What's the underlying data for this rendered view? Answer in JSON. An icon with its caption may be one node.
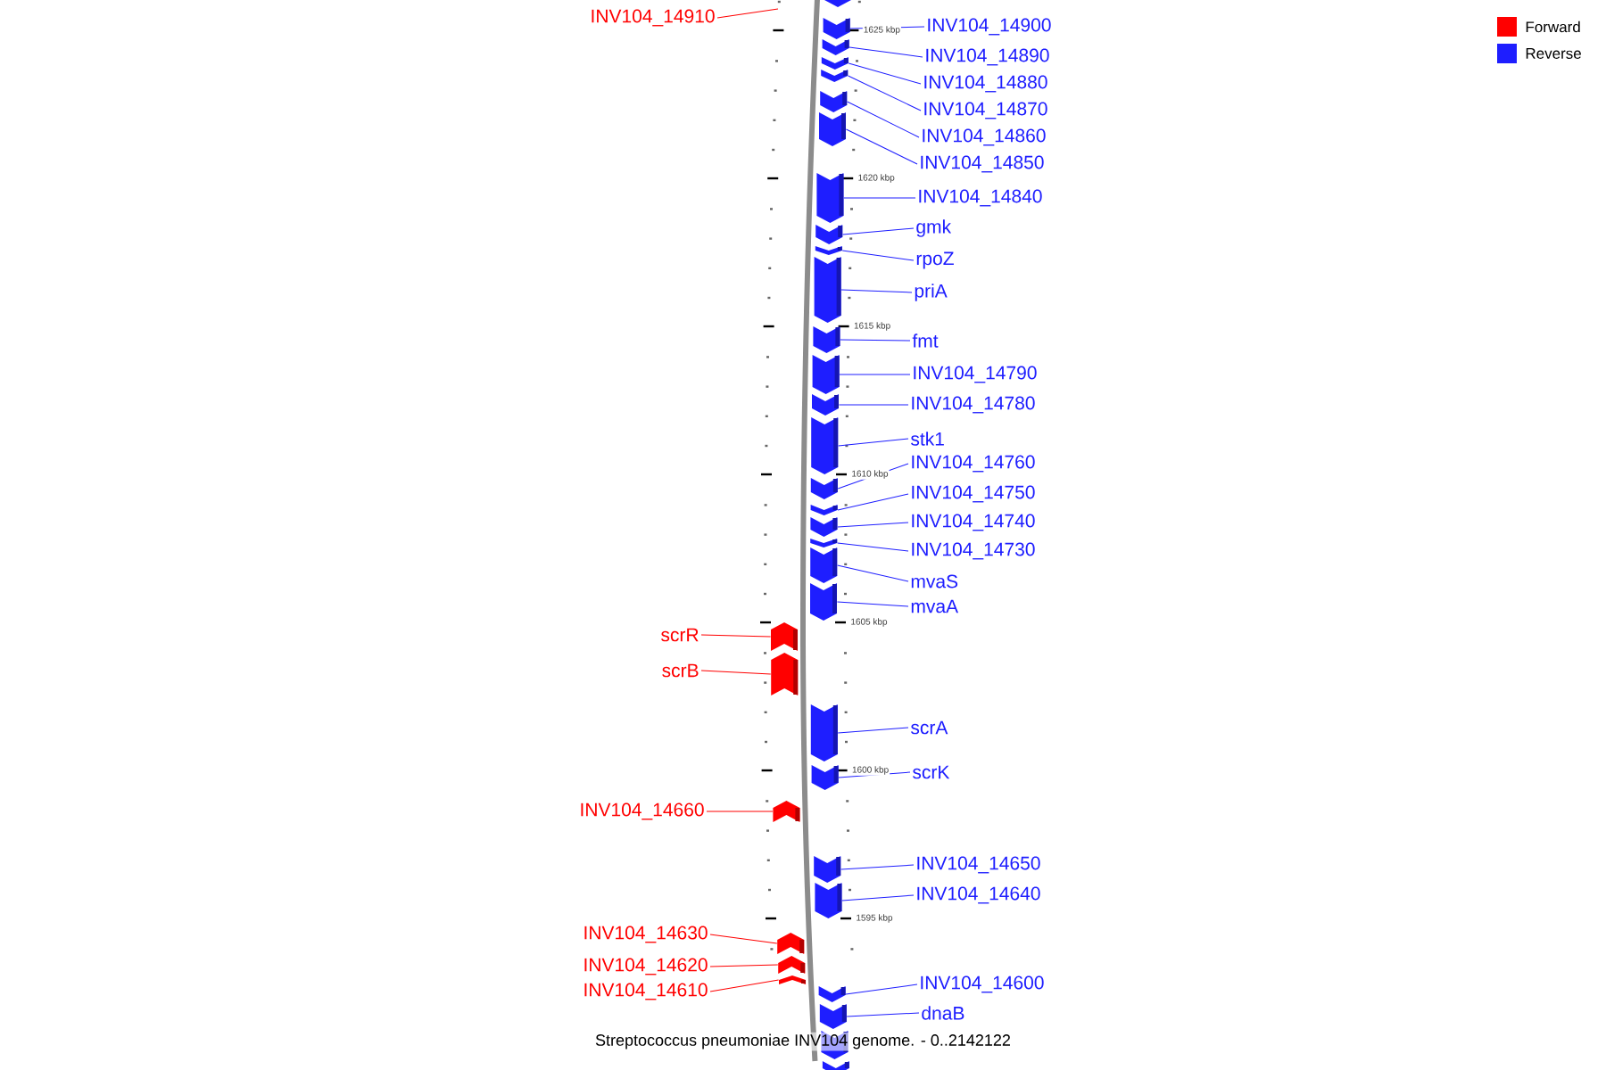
{
  "diagram": {
    "caption": "Streptococcus pneumoniae INV104 genome. - 0..2142122",
    "nodes": [
      {
        "text": [
          "INV104_14910"
        ]
      },
      {
        "text": [],
        "shape": "arrow"
      },
      {
        "text": [
          "INV104_14900"
        ]
      },
      {
        "text": [],
        "shape": "arrow"
      },
      {
        "text": [
          "INV104_14890"
        ]
      },
      {
        "text": [],
        "shape": "arrow"
      },
      {
        "text": [
          "INV104_14880"
        ]
      },
      {
        "text": [],
        "shape": "arrow"
      },
      {
        "text": [
          "INV104_14870"
        ]
      },
      {
        "text": [],
        "shape": "arrow"
      },
      {
        "text": [
          "INV104_14860"
        ]
      },
      {
        "text": [],
        "shape": "arrow"
      },
      {
        "text": [
          "INV104_14850"
        ]
      },
      {
        "text": [],
        "shape": "arrow"
      },
      {
        "text": [
          "INV104_14840"
        ]
      },
      {
        "text": [],
        "shape": "arrow"
      },
      {
        "text": [
          "gmk"
        ]
      },
      {
        "text": [],
        "shape": "arrow"
      },
      {
        "text": [
          "rpoZ"
        ]
      },
      {
        "text": [],
        "shape": "arrow"
      },
      {
        "text": [
          "priA"
        ]
      },
      {
        "text": [],
        "shape": "arrow"
      },
      {
        "text": [
          "fmt"
        ]
      },
      {
        "text": [],
        "shape": "arrow"
      },
      {
        "text": [
          "INV104_14790"
        ]
      },
      {
        "text": [],
        "shape": "arrow"
      },
      {
        "text": [
          "INV104_14780"
        ]
      },
      {
        "text": [],
        "shape": "arrow"
      },
      {
        "text": [
          "stk1"
        ]
      },
      {
        "text": [],
        "shape": "arrow"
      },
      {
        "text": [
          "INV104_14760"
        ]
      },
      {
        "text": [],
        "shape": "arrow"
      },
      {
        "text": [
          "INV104_14750"
        ]
      },
      {
        "text": [],
        "shape": "arrow"
      },
      {
        "text": [
          "INV104_14740"
        ]
      },
      {
        "text": [],
        "shape": "arrow"
      },
      {
        "text": [
          "INV104_14730"
        ]
      },
      {
        "text": [],
        "shape": "arrow"
      },
      {
        "text": [
          "mvaS"
        ]
      },
      {
        "text": [],
        "shape": "arrow"
      },
      {
        "text": [
          "mvaA"
        ]
      },
      {
        "text": [],
        "shape": "arrow"
      },
      {
        "text": [
          "scrR"
        ]
      },
      {
        "text": [],
        "shape": "arrow"
      },
      {
        "text": [
          "scrB"
        ]
      },
      {
        "text": [],
        "shape": "arrow"
      },
      {
        "text": [
          "scrA"
        ]
      },
      {
        "text": [],
        "shape": "arrow"
      },
      {
        "text": [
          "scrK"
        ]
      },
      {
        "text": [],
        "shape": "arrow"
      },
      {
        "text": [
          "INV104_14660"
        ]
      },
      {
        "text": [],
        "shape": "arrow"
      },
      {
        "text": [
          "INV104_14650"
        ]
      },
      {
        "text": [],
        "shape": "arrow"
      },
      {
        "text": [
          "INV104_14640"
        ]
      },
      {
        "text": [],
        "shape": "arrow"
      },
      {
        "text": [
          "INV104_14630"
        ]
      },
      {
        "text": [],
        "shape": "arrow"
      },
      {
        "text": [
          "INV104_14620"
        ]
      },
      {
        "text": [],
        "shape": "arrow"
      },
      {
        "text": [
          "INV104_14610"
        ]
      },
      {
        "text": [],
        "shape": "arrow"
      },
      {
        "text": [
          "INV104_14600"
        ]
      },
      {
        "text": [],
        "shape": "arrow"
      },
      {
        "text": [
          "dnaB"
        ]
      },
      {
        "text": [],
        "shape": "arrow"
      },
      {
        "text": [],
        "shape": "arrow"
      },
      {
        "text": [],
        "shape": "arrow"
      }
    ],
    "edges": [
      {
        "from": 0,
        "to": null,
        "arrow": "none",
        "color": "#ff0000"
      },
      {
        "from": 2,
        "to": 3,
        "arrow": "none"
      },
      {
        "from": 4,
        "to": 5,
        "arrow": "none"
      },
      {
        "from": 6,
        "to": 7,
        "arrow": "none"
      },
      {
        "from": 8,
        "to": 9,
        "arrow": "none"
      },
      {
        "from": 10,
        "to": 11,
        "arrow": "none"
      },
      {
        "from": 12,
        "to": 13,
        "arrow": "none"
      },
      {
        "from": 14,
        "to": 15,
        "arrow": "none"
      },
      {
        "from": 16,
        "to": 17,
        "arrow": "none"
      },
      {
        "from": 18,
        "to": 19,
        "arrow": "none"
      },
      {
        "from": 20,
        "to": 21,
        "arrow": "none"
      },
      {
        "from": 22,
        "to": 23,
        "arrow": "none"
      },
      {
        "from": 24,
        "to": 25,
        "arrow": "none"
      },
      {
        "from": 26,
        "to": 27,
        "arrow": "none"
      },
      {
        "from": 28,
        "to": 29,
        "arrow": "none"
      },
      {
        "from": 30,
        "to": 31,
        "arrow": "none"
      },
      {
        "from": 32,
        "to": 33,
        "arrow": "none"
      },
      {
        "from": 34,
        "to": 35,
        "arrow": "none"
      },
      {
        "from": 36,
        "to": 37,
        "arrow": "none"
      },
      {
        "from": 38,
        "to": 39,
        "arrow": "none"
      },
      {
        "from": 40,
        "to": 41,
        "arrow": "none"
      },
      {
        "from": 42,
        "to": 43,
        "arrow": "none",
        "color": "#ff0000"
      },
      {
        "from": 44,
        "to": 45,
        "arrow": "none",
        "color": "#ff0000"
      },
      {
        "from": 46,
        "to": 47,
        "arrow": "none"
      },
      {
        "from": 48,
        "to": 49,
        "arrow": "none"
      },
      {
        "from": 50,
        "to": 51,
        "arrow": "none",
        "color": "#ff0000"
      },
      {
        "from": 52,
        "to": 53,
        "arrow": "none"
      },
      {
        "from": 54,
        "to": 55,
        "arrow": "none"
      },
      {
        "from": 56,
        "to": 57,
        "arrow": "none",
        "color": "#ff0000"
      },
      {
        "from": 58,
        "to": 59,
        "arrow": "none",
        "color": "#ff0000"
      },
      {
        "from": 60,
        "to": 61,
        "arrow": "none",
        "color": "#ff0000"
      },
      {
        "from": 62,
        "to": 63,
        "arrow": "none"
      },
      {
        "from": 64,
        "to": 65,
        "arrow": "none"
      }
    ],
    "labels": [
      "1625 kbp",
      "1620 kbp",
      "1615 kbp",
      "1610 kbp",
      "1605 kbp",
      "1600 kbp",
      "1595 kbp"
    ],
    "legend": [
      {
        "text": "Forward",
        "color": "#ff0000"
      },
      {
        "text": "Reverse",
        "color": "#1e1eff"
      }
    ]
  }
}
